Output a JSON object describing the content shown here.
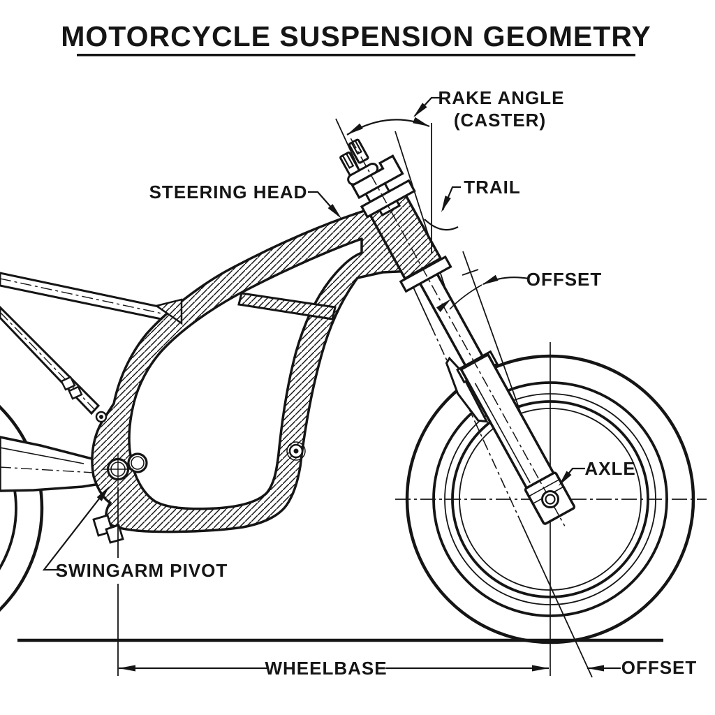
{
  "meta": {
    "background_color": "#ffffff",
    "ink_color": "#151515",
    "drawing_style": "black-and-white technical line drawing with section hatching"
  },
  "title": {
    "text": "MOTORCYCLE SUSPENSION GEOMETRY",
    "underlined": true
  },
  "labels": {
    "rake_line1": "RAKE ANGLE",
    "rake_line2": "(CASTER)",
    "trail": "TRAIL",
    "steering_head": "STEERING HEAD",
    "offset_fork": "OFFSET",
    "axle": "AXLE",
    "swingarm_pivot": "SWINGARM PIVOT",
    "wheelbase": "WHEELBASE",
    "offset_trail": "OFFSET"
  }
}
